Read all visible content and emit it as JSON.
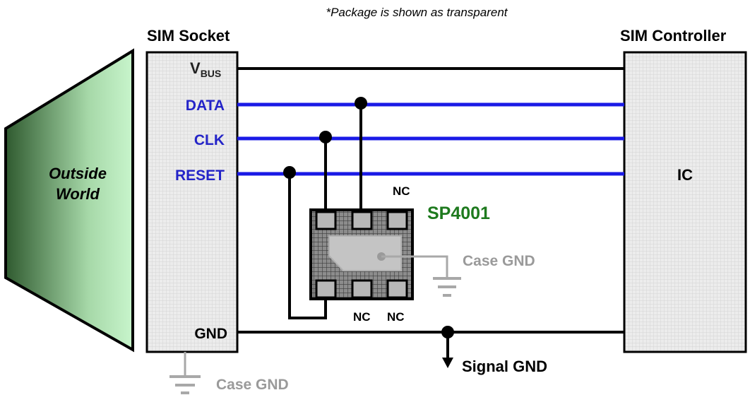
{
  "note": "*Package is shown as transparent",
  "socket": {
    "title": "SIM Socket",
    "pins": {
      "vbus_main": "V",
      "vbus_sub": "BUS",
      "data": "DATA",
      "clk": "CLK",
      "reset": "RESET",
      "gnd": "GND"
    }
  },
  "controller": {
    "title": "SIM Controller",
    "ic": "IC"
  },
  "outside": {
    "line1": "Outside",
    "line2": "World"
  },
  "chip": {
    "name": "SP4001",
    "nc_top": "NC",
    "nc_bottom_left": "NC",
    "nc_bottom_right": "NC",
    "case_gnd": "Case GND"
  },
  "grounds": {
    "case_gnd": "Case GND",
    "signal_gnd": "Signal GND"
  },
  "colors": {
    "signal_line": "#1a1ae6",
    "signal_label": "#2424c8",
    "wire": "#000000",
    "chip_name": "#1e7a1e",
    "gray_label": "#9a9a9a",
    "ground_symbol": "#a8a8a8",
    "box_fill": "#ececec",
    "outside_light": "#c8f5cc",
    "outside_dark": "#2f5a2f"
  }
}
